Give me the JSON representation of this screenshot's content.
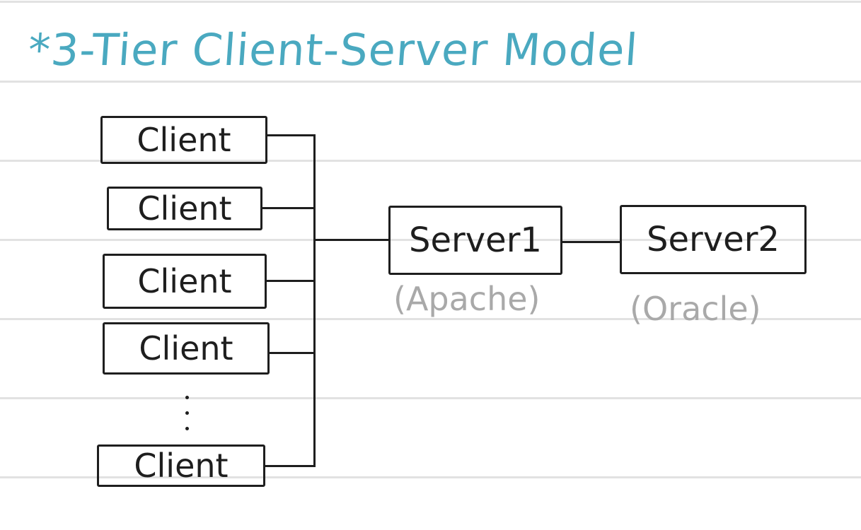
{
  "title": "*3-Tier Client-Server Model",
  "clients": [
    {
      "label": "Client"
    },
    {
      "label": "Client"
    },
    {
      "label": "Client"
    },
    {
      "label": "Client"
    },
    {
      "label": "Client"
    }
  ],
  "servers": [
    {
      "label": "Server1",
      "sublabel": "(Apache)"
    },
    {
      "label": "Server2",
      "sublabel": "(Oracle)"
    }
  ],
  "colors": {
    "title": "#4aa9c0",
    "ink": "#1e1e1e",
    "sublabel": "#a9a9a9",
    "ruled_line": "#e2e2e2"
  }
}
